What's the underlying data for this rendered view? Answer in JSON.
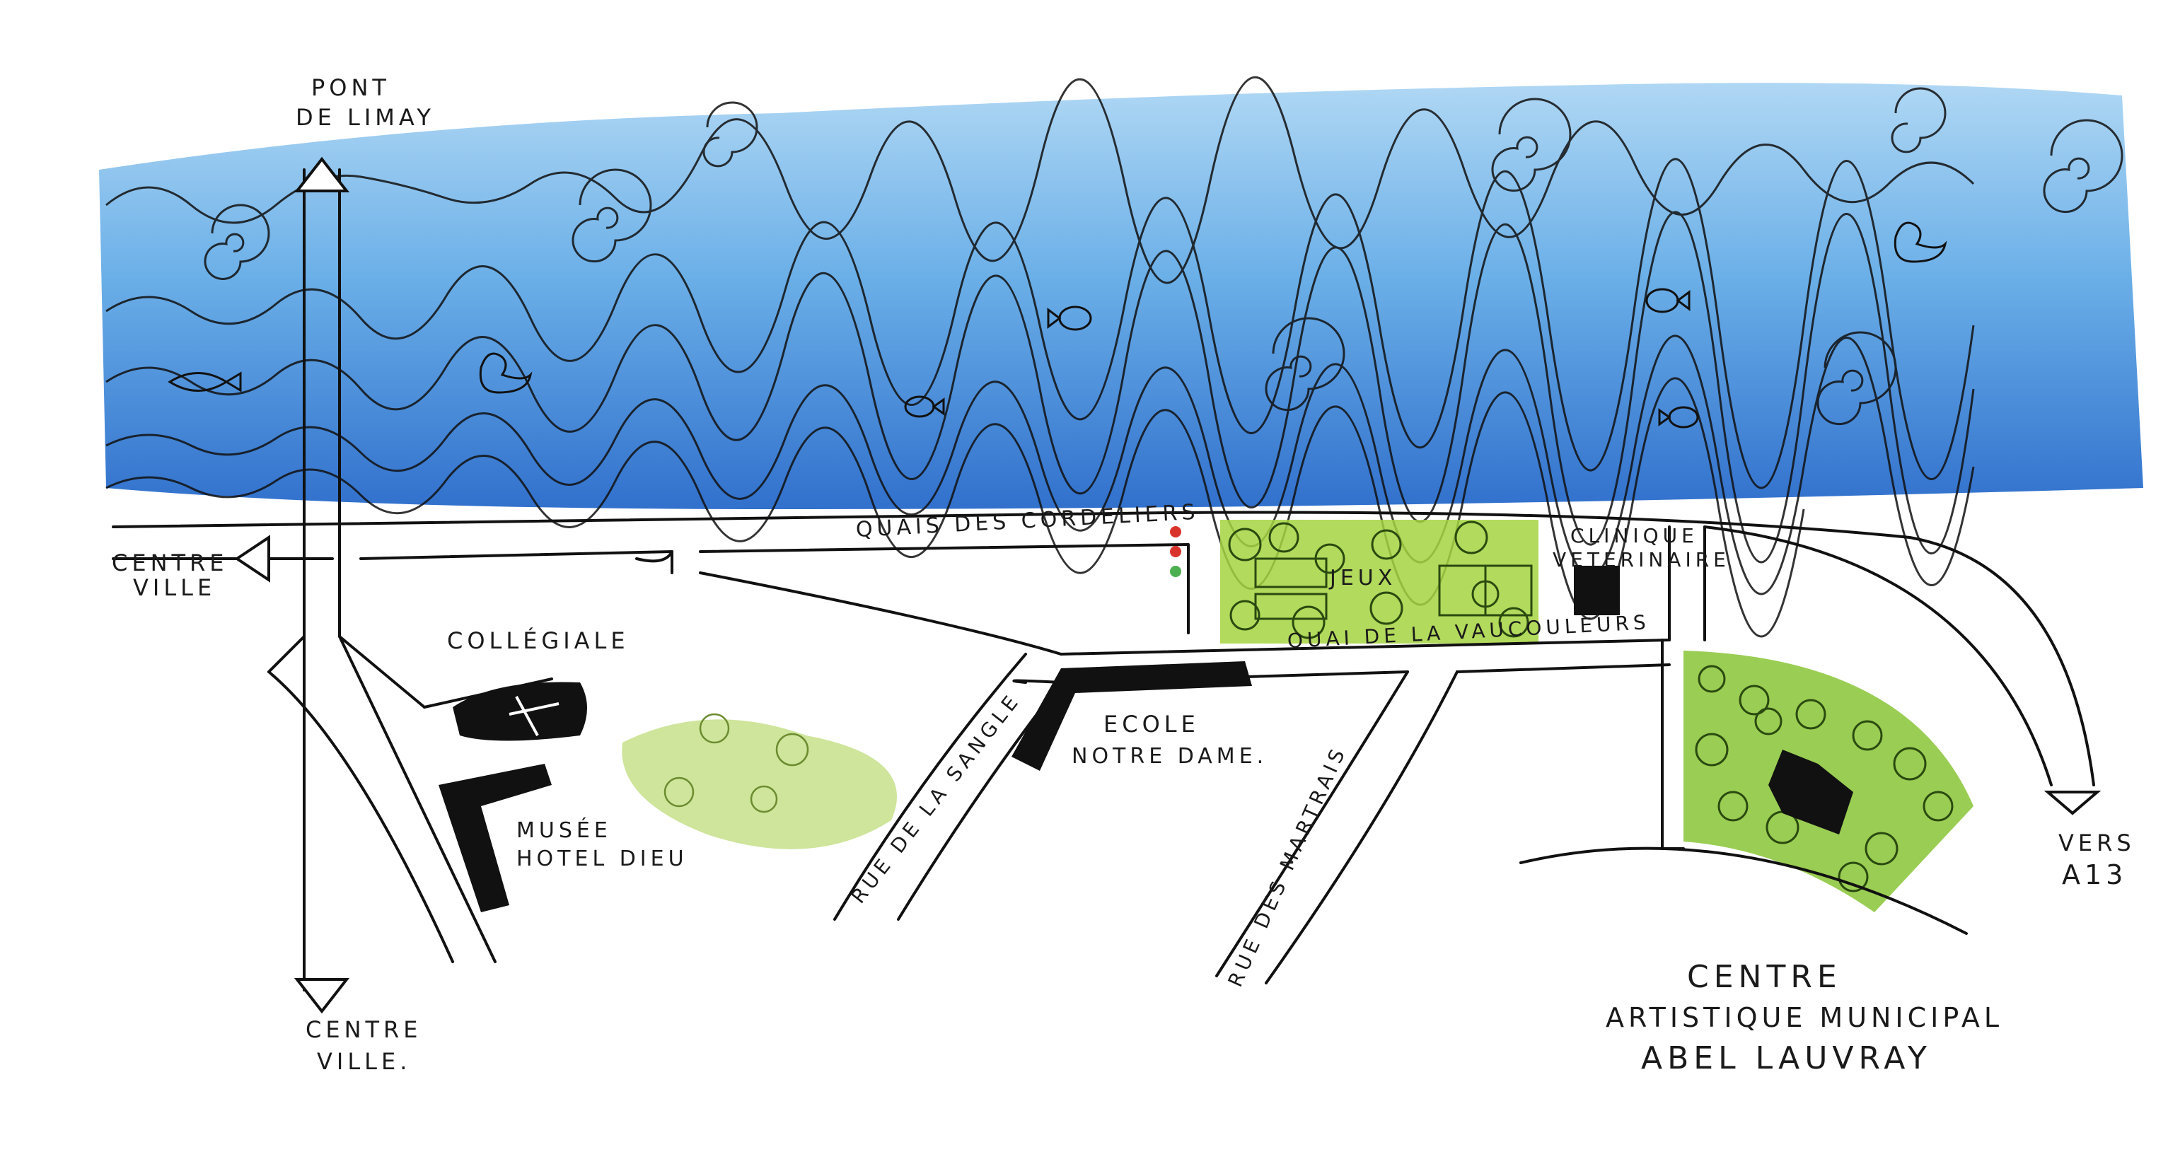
{
  "colors": {
    "water": "#2f7fd6",
    "water_light": "#8ec4ee",
    "park": "#9acd32",
    "park_light": "#c5e08a",
    "ink": "#111111",
    "signal_red": "#d9342b",
    "signal_green": "#4caf50"
  },
  "labels": {
    "pont_line1": "PONT",
    "pont_line2": "DE LIMAY",
    "centre_ville_west_1": "CENTRE",
    "centre_ville_west_2": "VILLE",
    "centre_ville_south_1": "CENTRE",
    "centre_ville_south_2": "VILLE.",
    "quais_cordeliers": "QUAIS DES CORDELIERS",
    "quai_vaucouleurs": "QUAI DE LA VAUCOULEURS",
    "collegiale": "COLLÉGIALE",
    "musee_1": "MUSÉE",
    "musee_2": "HOTEL DIEU",
    "ecole_1": "ECOLE",
    "ecole_2": "NOTRE DAME.",
    "rue_sangle": "RUE DE LA SANGLE",
    "rue_martrais": "RUE DES MARTRAIS",
    "jeux": "JEUX",
    "clinique_1": "CLINIQUE",
    "clinique_2": "VETERINAIRE",
    "vers_1": "VERS",
    "vers_2": "A13",
    "centre_art_1": "CENTRE",
    "centre_art_2": "ARTISTIQUE MUNICIPAL",
    "centre_art_3": "ABEL LAUVRAY"
  },
  "icons": [
    "fish-icon",
    "duck-icon",
    "cross-icon",
    "traffic-light-icon",
    "arrow-icon"
  ]
}
